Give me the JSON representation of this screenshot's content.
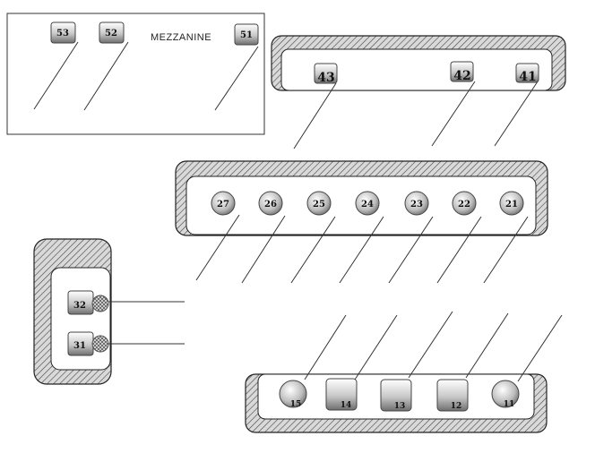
{
  "mezzanine": {
    "label": "MEZZANINE",
    "items": [
      "53",
      "52",
      "51"
    ]
  },
  "row_40s": {
    "items": [
      "43",
      "42",
      "41"
    ]
  },
  "row_20s": {
    "items": [
      "27",
      "26",
      "25",
      "24",
      "23",
      "22",
      "21"
    ]
  },
  "row_30s": {
    "items": [
      "32",
      "31"
    ]
  },
  "row_10s": {
    "items": [
      "15",
      "14",
      "13",
      "12",
      "11"
    ]
  }
}
